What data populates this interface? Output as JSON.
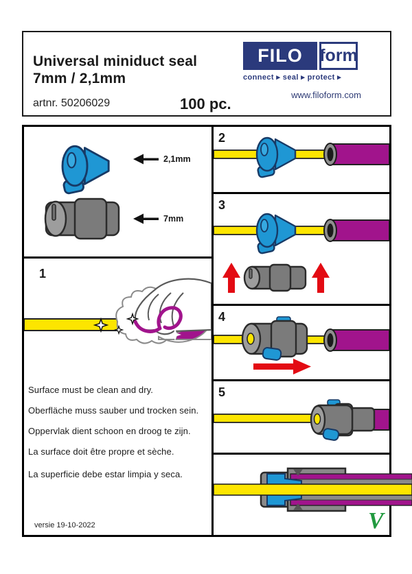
{
  "header": {
    "title_line1": "Universal miniduct seal",
    "title_line2": "7mm / 2,1mm",
    "artnr": "artnr. 50206029",
    "quantity": "100 pc.",
    "logo": {
      "name_primary": "FILO",
      "name_secondary": "form",
      "tagline": "connect ▸ seal ▸ protect ▸",
      "website": "www.filoform.com"
    }
  },
  "parts_panel": {
    "label_small_seal": "2,1mm",
    "label_large_seal": "7mm"
  },
  "steps": [
    {
      "number": "1"
    },
    {
      "number": "2"
    },
    {
      "number": "3"
    },
    {
      "number": "4"
    },
    {
      "number": "5"
    }
  ],
  "instructions": [
    "Surface must be clean and dry.",
    "Oberfläche muss sauber und trocken sein.",
    "Oppervlak dient schoon en droog te zijn.",
    "La surface doit être propre et sèche.",
    "La superficie debe estar limpia y seca."
  ],
  "footer": {
    "version": "versie 19-10-2022",
    "check_mark": "V"
  },
  "colors": {
    "brand_navy": "#2b3a7c",
    "duct_purple": "#a1148c",
    "cable_yellow": "#fde500",
    "seal_blue": "#1f97d4",
    "seal_gray": "#7b7b7b",
    "arrow_red": "#e30b13",
    "check_green": "#219a3f"
  }
}
